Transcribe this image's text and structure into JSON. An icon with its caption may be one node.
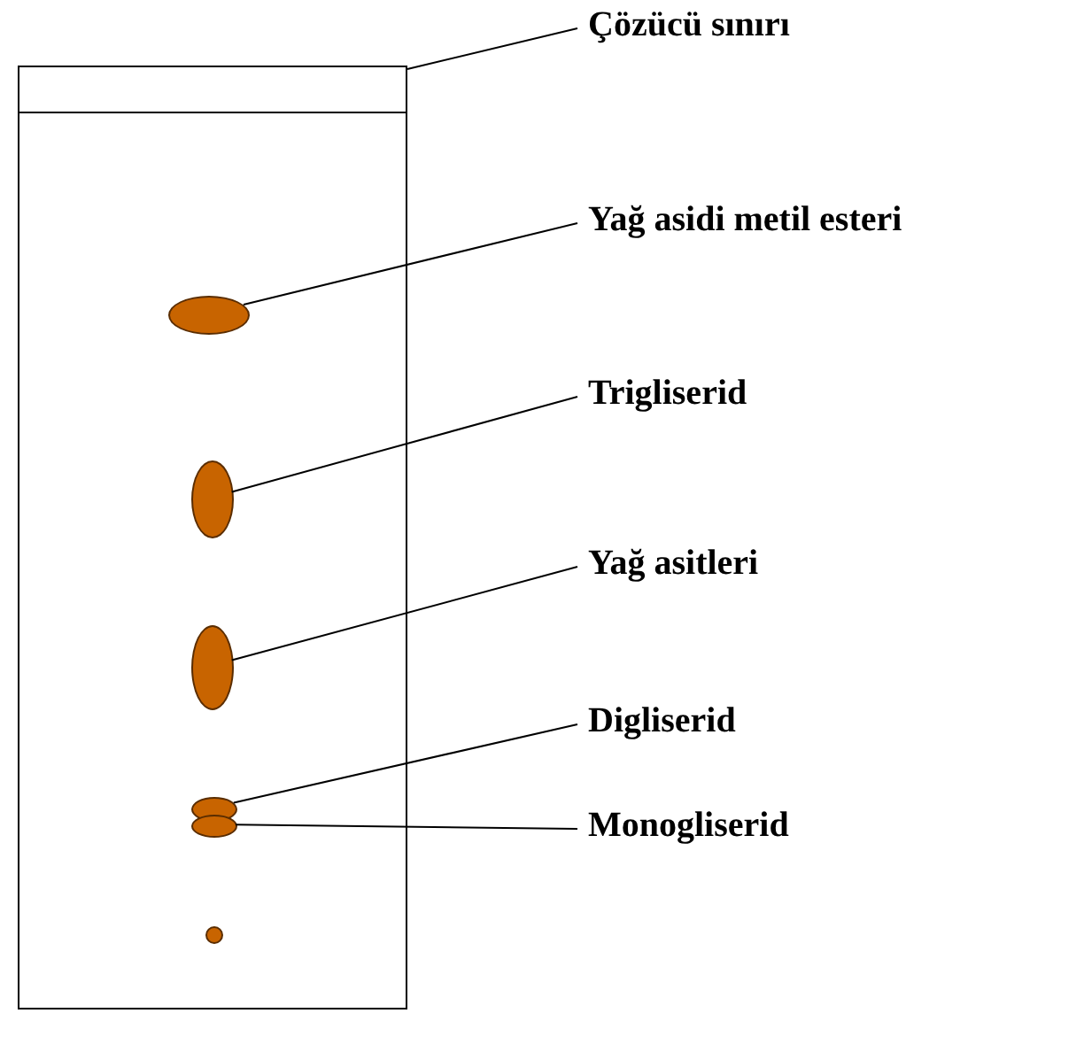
{
  "diagram": {
    "nodes": [
      {
        "text": [],
        "shape": "box"
      },
      {
        "text": [
          "Çözücü sınırı"
        ]
      },
      {
        "text": [],
        "shape": "box",
        "in": 0
      },
      {
        "text": [
          "Yağ asidi metil esteri"
        ]
      },
      {
        "text": [],
        "shape": "ellipse",
        "in": 0
      },
      {
        "text": [
          "Trigliserid"
        ]
      },
      {
        "text": [],
        "shape": "ellipse",
        "in": 0
      },
      {
        "text": [
          "Yağ asitleri"
        ]
      },
      {
        "text": [],
        "shape": "ellipse",
        "in": 0
      },
      {
        "text": [
          "Digliserid"
        ]
      },
      {
        "text": [],
        "shape": "ellipse",
        "in": 0
      },
      {
        "text": [
          "Monogliserid"
        ]
      },
      {
        "text": [],
        "shape": "ellipse",
        "in": 0
      },
      {
        "text": [],
        "shape": "circle",
        "in": 0
      }
    ],
    "edges": [
      {
        "from": 1,
        "to": 2,
        "arrow": "none"
      },
      {
        "from": 3,
        "to": 4,
        "arrow": "none"
      },
      {
        "from": 5,
        "to": 6,
        "arrow": "none"
      },
      {
        "from": 7,
        "to": 8,
        "arrow": "none"
      },
      {
        "from": 9,
        "to": 10,
        "arrow": "none"
      },
      {
        "from": 11,
        "to": 12,
        "arrow": "none"
      }
    ]
  }
}
